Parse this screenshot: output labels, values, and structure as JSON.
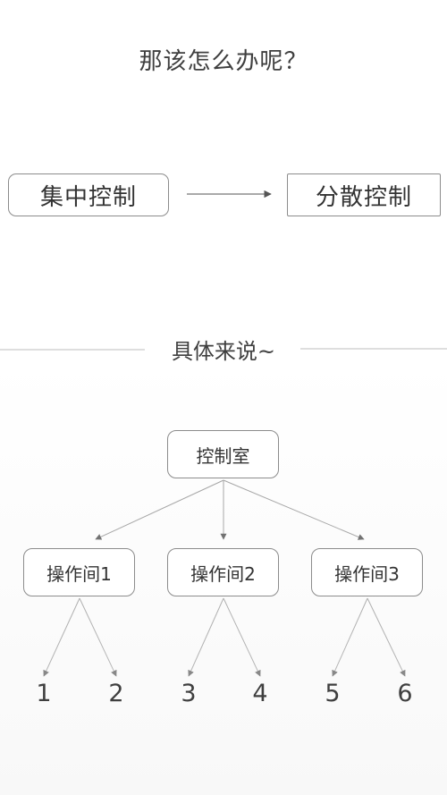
{
  "heading": "那该怎么办呢？",
  "top_row": {
    "left_box": "集中控制",
    "right_box": "分散控制"
  },
  "section_title": "具体来说~",
  "tree": {
    "root": "控制室",
    "children": [
      "操作间1",
      "操作间2",
      "操作间3"
    ],
    "leaves": [
      "1",
      "2",
      "3",
      "4",
      "5",
      "6"
    ]
  },
  "colors": {
    "line": "#9a9a9a",
    "box_border": "#8c8c8c",
    "text": "#3a3a3a"
  }
}
